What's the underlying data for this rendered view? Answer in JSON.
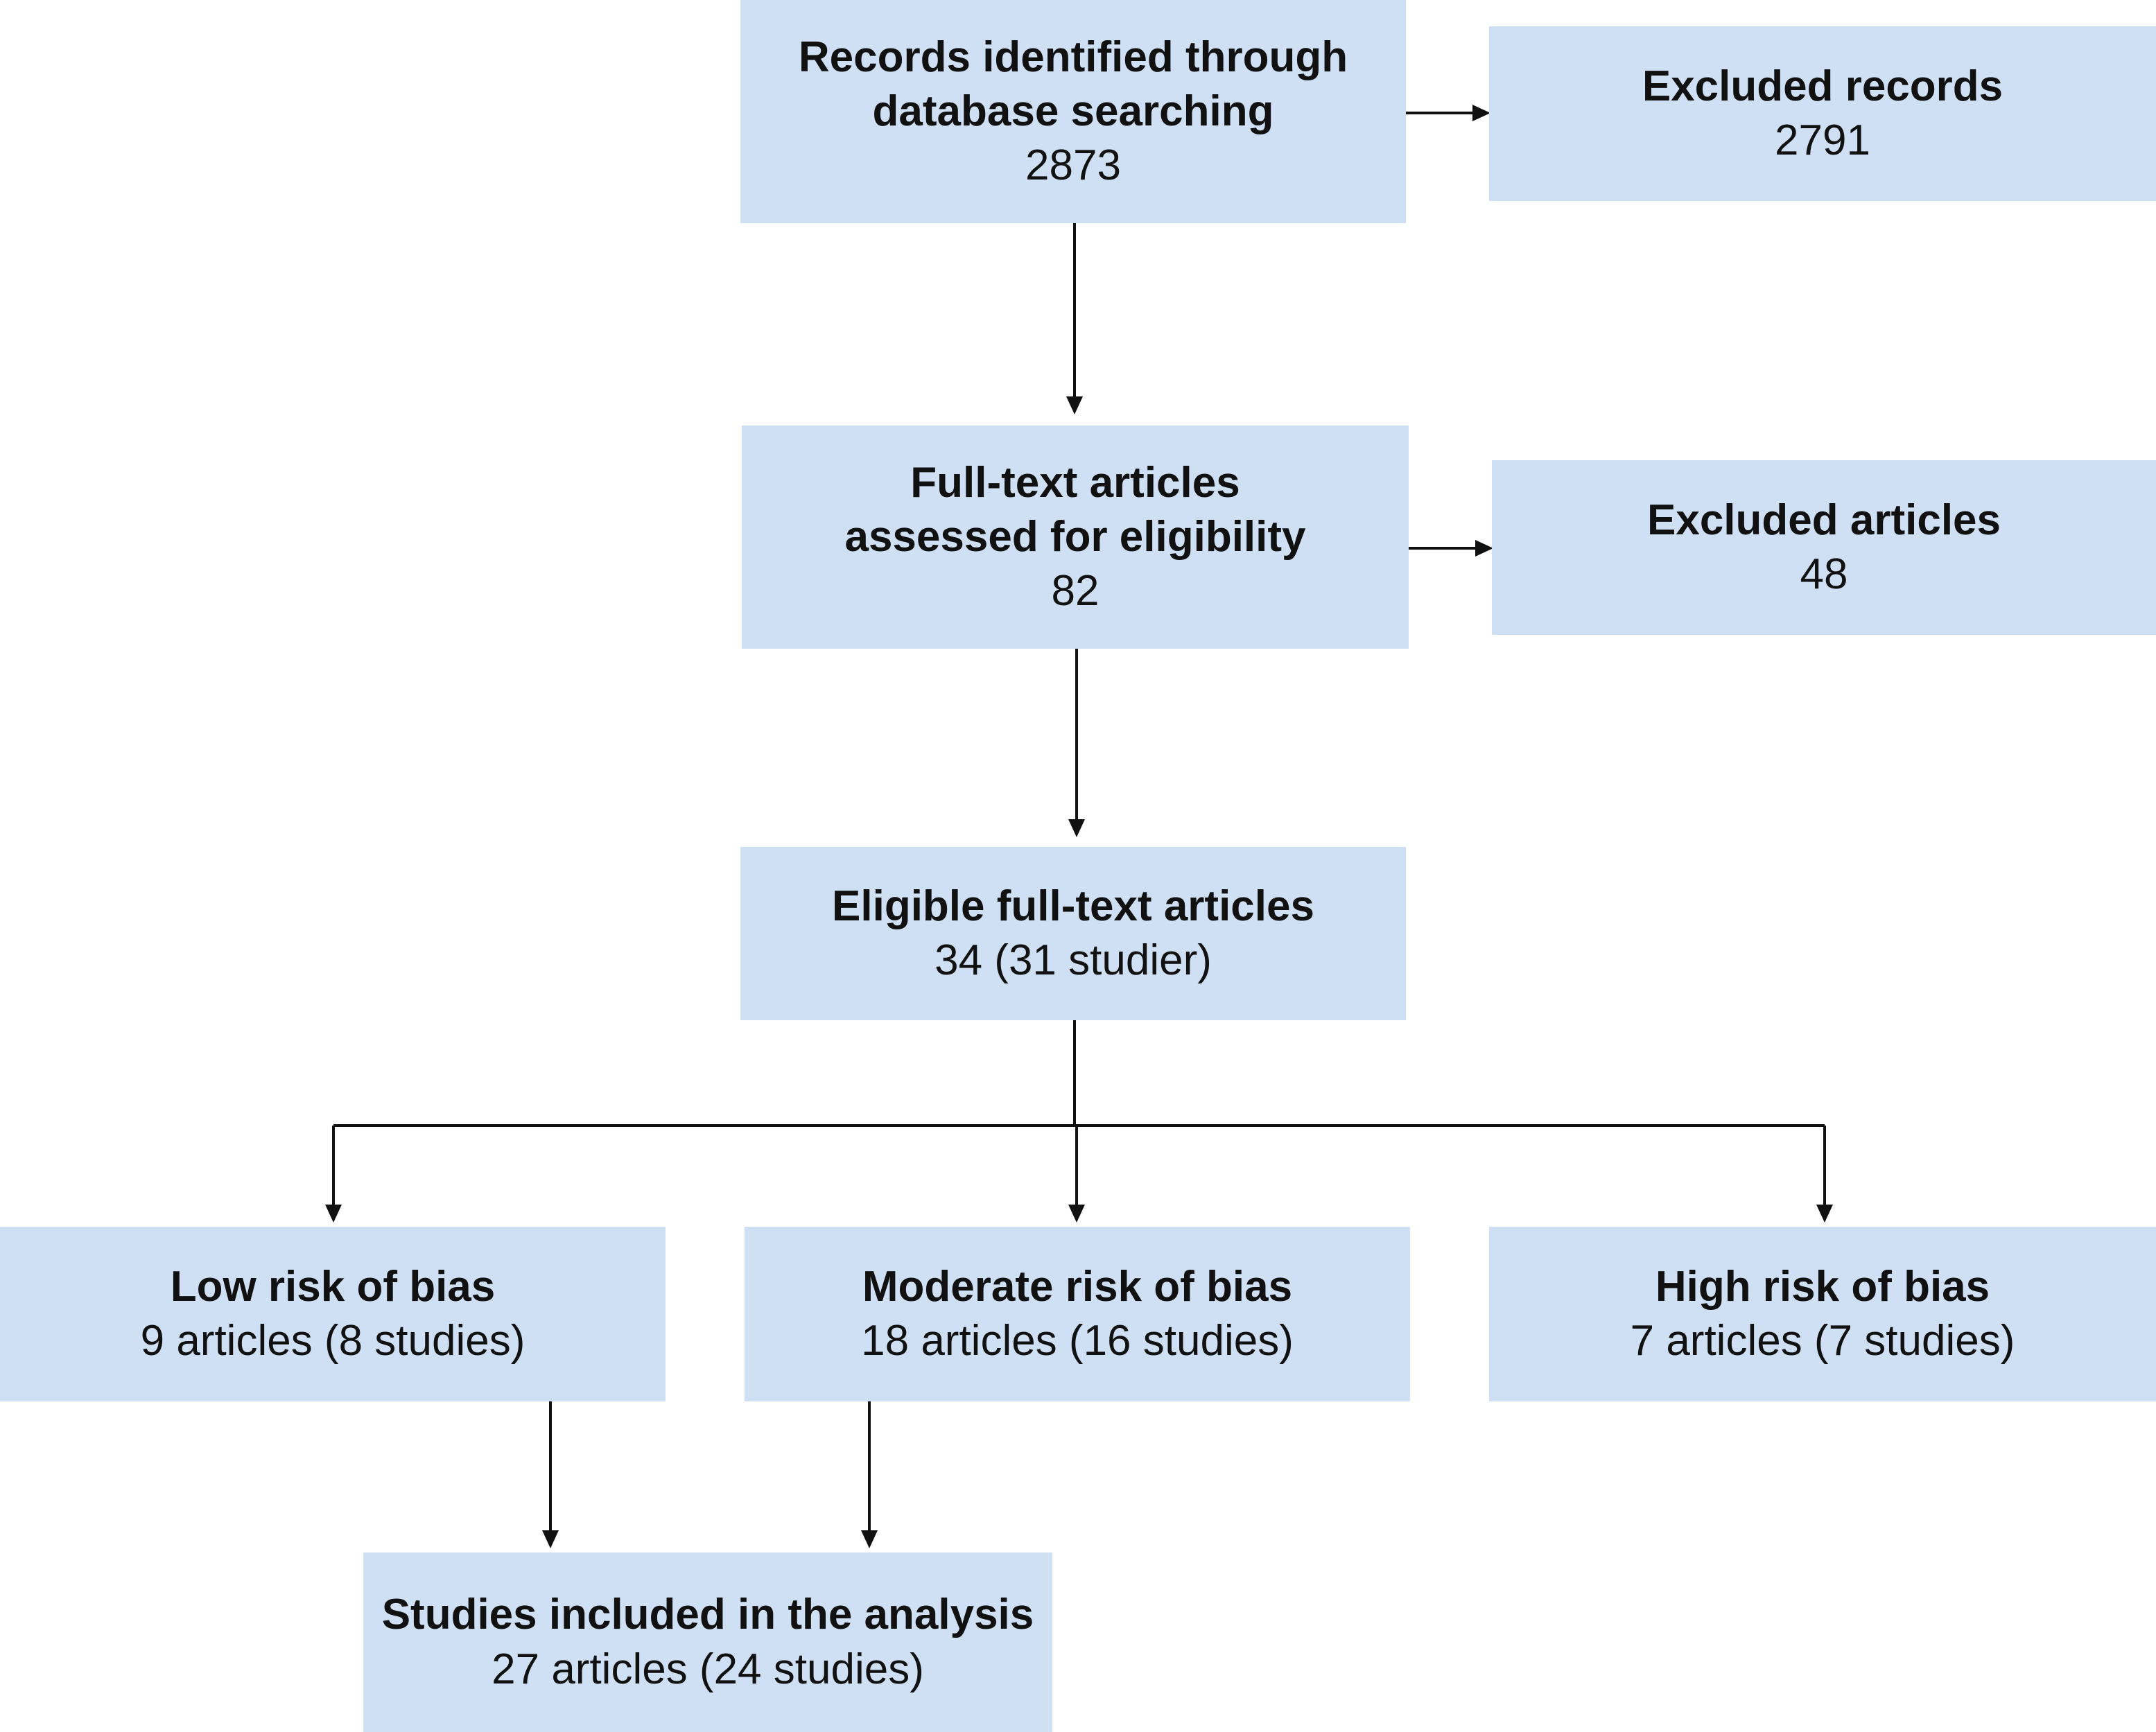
{
  "boxes": {
    "records": {
      "title": "Records identified through\ndatabase searching",
      "count": "2873"
    },
    "excluded_records": {
      "title": "Excluded records",
      "count": "2791"
    },
    "fulltext": {
      "title": "Full-text articles\nassessed for eligibility",
      "count": "82"
    },
    "excluded_articles": {
      "title": "Excluded articles",
      "count": "48"
    },
    "eligible": {
      "title": "Eligible full-text articles",
      "count": "34 (31 studier)"
    },
    "low": {
      "title": "Low risk of bias",
      "count": "9 articles (8 studies)"
    },
    "moderate": {
      "title": "Moderate risk of bias",
      "count": "18 articles (16 studies)"
    },
    "high": {
      "title": "High risk of bias",
      "count": "7 articles (7 studies)"
    },
    "included": {
      "title": "Studies included in the analysis",
      "count": "27 articles (24 studies)"
    }
  },
  "colors": {
    "box_fill": "#cfe0f4",
    "line": "#111111"
  }
}
